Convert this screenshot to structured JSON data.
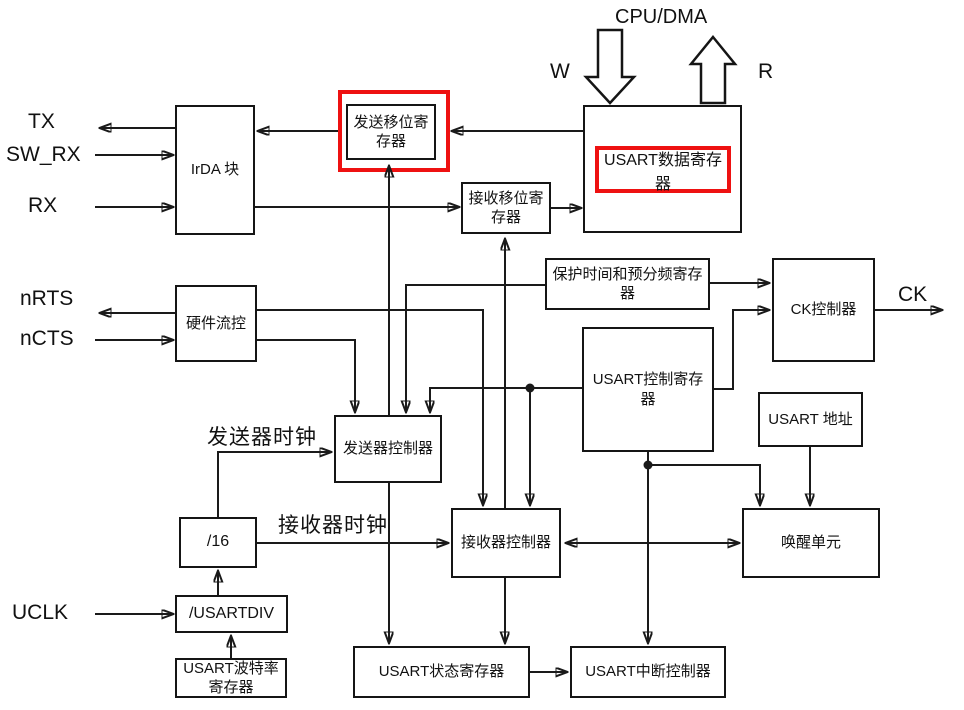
{
  "title": "CPU/DMA",
  "ports": {
    "tx": "TX",
    "sw_rx": "SW_RX",
    "rx": "RX",
    "nrts": "nRTS",
    "ncts": "nCTS",
    "uclk": "UCLK",
    "ck": "CK",
    "write": "W",
    "read": "R"
  },
  "clock_labels": {
    "transmitter_clock": "发送器时钟",
    "receiver_clock": "接收器时钟"
  },
  "blocks": {
    "irda": "IrDA 块",
    "transmit_shift_register": "发送移位寄存器",
    "receive_shift_register": "接收移位寄存器",
    "usart_data_register": "USART数据寄存器",
    "guard_time_prescaler_register": "保护时间和预分频寄存器",
    "ck_controller": "CK控制器",
    "hardware_flow_control": "硬件流控",
    "usart_control_register": "USART控制寄存器",
    "usart_address": "USART 地址",
    "transmitter_controller": "发送器控制器",
    "receiver_controller": "接收器控制器",
    "wakeup_unit": "唤醒单元",
    "div16": "/16",
    "usartdiv": "/USARTDIV",
    "usart_baud_rate_register": "USART波特率寄存器",
    "usart_status_register": "USART状态寄存器",
    "usart_interrupt_controller": "USART中断控制器"
  },
  "colors": {
    "highlight_red": "#ee1111",
    "line": "#1a1a1a"
  }
}
